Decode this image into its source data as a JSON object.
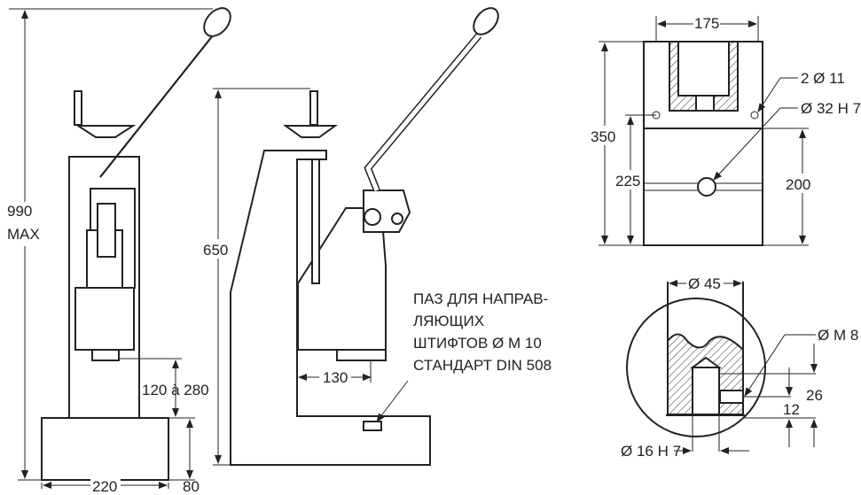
{
  "front_view": {
    "height_value": "990",
    "height_note": "MAX",
    "stroke_range": "120 à 280",
    "base_width": "220",
    "base_height": "80"
  },
  "side_view": {
    "height_value": "650",
    "throat_depth": "130",
    "note_lines": [
      "ПАЗ ДЛЯ НАПРАВ-",
      "ЛЯЮЩИХ",
      "ШТИФТОВ Ø M 10",
      "СТАНДАРТ DIN 508"
    ]
  },
  "top_view": {
    "width": "175",
    "holes": "2 Ø 11",
    "bore": "Ø 32 H 7",
    "depth_total": "350",
    "depth_holes": "225",
    "depth_bore": "200"
  },
  "detail_view": {
    "diameter": "Ø 45",
    "thread": "Ø M 8",
    "depth_26": "26",
    "depth_12": "12",
    "bore": "Ø 16 H 7"
  }
}
